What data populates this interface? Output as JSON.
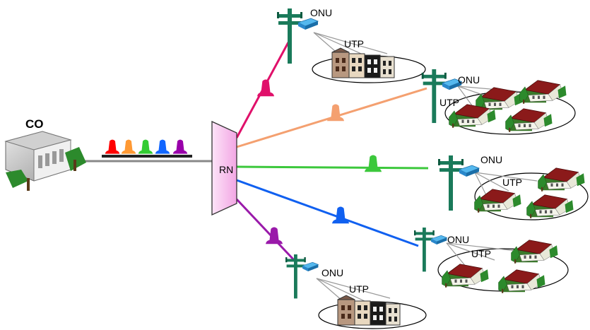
{
  "labels": {
    "co": "CO",
    "rn": "RN",
    "onu": "ONU",
    "utp": "UTP"
  },
  "colors": {
    "feeder": "#888888",
    "wavelengths": [
      "#ff0000",
      "#ff9933",
      "#33cc33",
      "#1166ff",
      "#9900aa"
    ],
    "branches": [
      "#e0106a",
      "#f4a070",
      "#3cc83c",
      "#1060f0",
      "#9a1aaa"
    ],
    "rn_fill": "#f8c8f0",
    "pole": "#1a7a5a",
    "onu_box": "#3399dd",
    "roof": "#8b1a1a",
    "tree": "#2c8a2c"
  },
  "nodes": [
    {
      "label": "ONU",
      "cable": "UTP",
      "premises": "apartments",
      "branch_color": "#e0106a"
    },
    {
      "label": "ONU",
      "cable": "UTP",
      "premises": "houses",
      "branch_color": "#f4a070"
    },
    {
      "label": "ONU",
      "cable": "UTP",
      "premises": "houses",
      "branch_color": "#3cc83c"
    },
    {
      "label": "ONU",
      "cable": "UTP",
      "premises": "houses",
      "branch_color": "#1060f0"
    },
    {
      "label": "ONU",
      "cable": "UTP",
      "premises": "apartments",
      "branch_color": "#9a1aaa"
    }
  ]
}
